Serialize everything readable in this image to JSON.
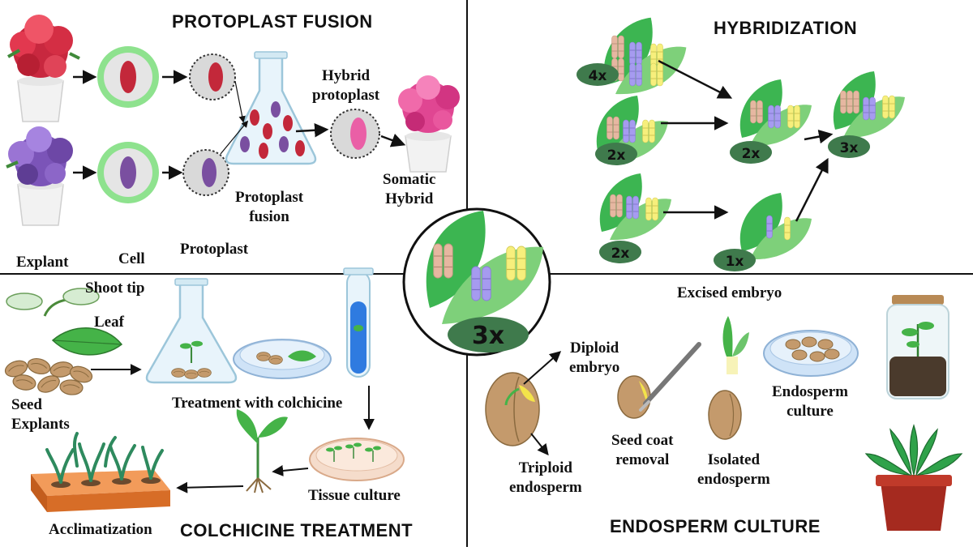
{
  "colors": {
    "leaf_dark": "#3cb551",
    "leaf_light": "#7ed07a",
    "chrom_pink": "#e6b7a1",
    "chrom_purple": "#a69bf0",
    "chrom_yellow": "#f7ef7c",
    "badge": "#3f7a4c",
    "cell_ring": "#8ee28e",
    "red_nucleus": "#c3283a",
    "purple_nucleus": "#7a4fa0",
    "hybrid_nucleus": "#ea5fa6",
    "petri": "#cfe3f7",
    "tray": "#e9823a",
    "pot": "#a52a1f",
    "seed": "#c49a6c"
  },
  "center": {
    "ploidy": "3x"
  },
  "protoplast_fusion": {
    "title": "PROTOPLAST FUSION",
    "labels": {
      "explant": "Explant",
      "cell": "Cell",
      "protoplast": "Protoplast",
      "fusion_line1": "Protoplast",
      "fusion_line2": "fusion",
      "hybrid_line1": "Hybrid",
      "hybrid_line2": "protoplast",
      "somatic_line1": "Somatic",
      "somatic_line2": "Hybrid"
    }
  },
  "hybridization": {
    "title": "HYBRIDIZATION",
    "badges": [
      "4x",
      "2x",
      "2x",
      "2x",
      "1x",
      "3x"
    ]
  },
  "colchicine_treatment": {
    "title": "COLCHICINE TREATMENT",
    "labels": {
      "shoot_tip": "Shoot tip",
      "leaf": "Leaf",
      "seed": "Seed",
      "explants": "Explants",
      "treatment": "Treatment with colchicine",
      "tissue_culture": "Tissue culture",
      "acclimatization": "Acclimatization"
    }
  },
  "endosperm_culture": {
    "title": "ENDOSPERM CULTURE",
    "labels": {
      "excised_embryo": "Excised embryo",
      "diploid_line1": "Diploid",
      "diploid_line2": "embryo",
      "triploid_line1": "Triploid",
      "triploid_line2": "endosperm",
      "seedcoat_line1": "Seed coat",
      "seedcoat_line2": "removal",
      "isolated_line1": "Isolated",
      "isolated_line2": "endosperm",
      "culture_line1": "Endosperm",
      "culture_line2": "culture"
    }
  }
}
